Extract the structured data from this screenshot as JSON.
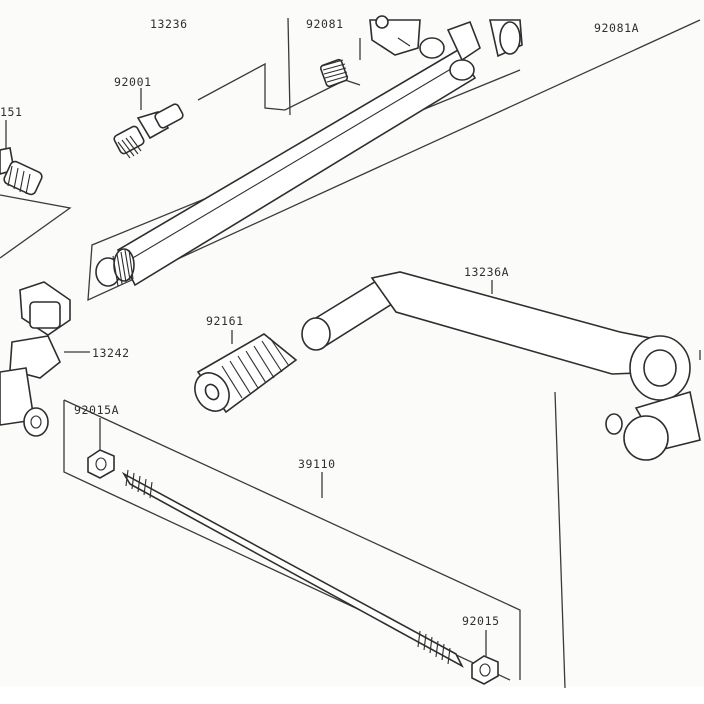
{
  "part_numbers": {
    "p13236": "13236",
    "p92081": "92081",
    "p92081A": "92081A",
    "p92001": "92001",
    "p151": "151",
    "p92161": "92161",
    "p13236A": "13236A",
    "p13242": "13242",
    "p92015A": "92015A",
    "p39110": "39110",
    "p92015": "92015"
  },
  "colors": {
    "background": "#fbfbf9",
    "ink": "#2e2e2e"
  }
}
